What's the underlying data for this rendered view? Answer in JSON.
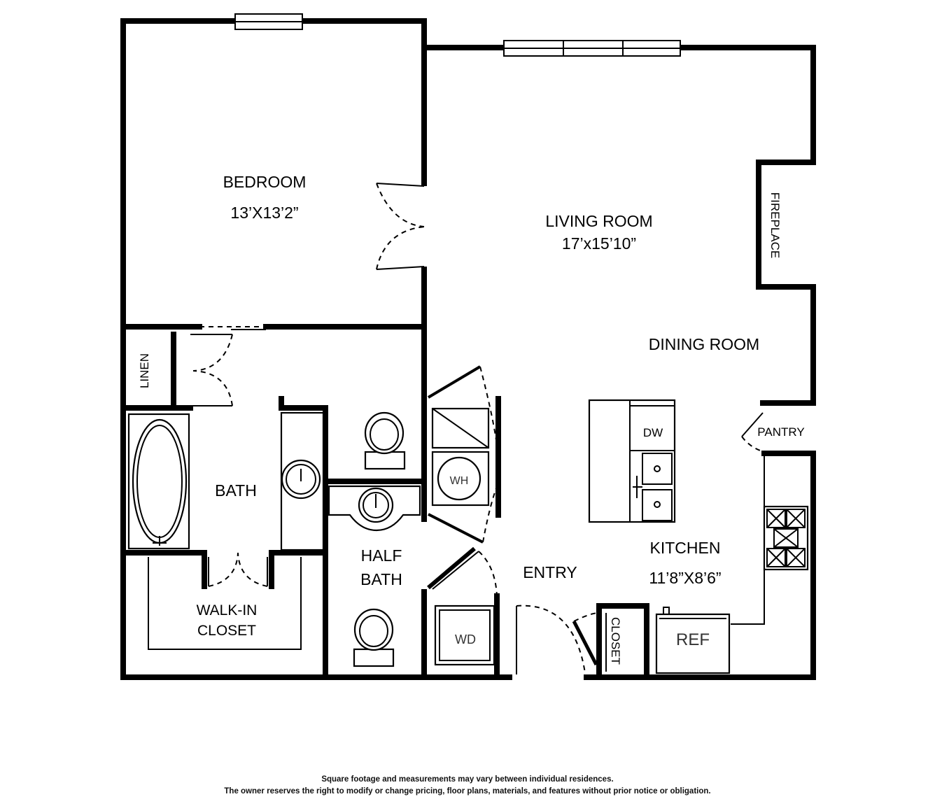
{
  "rooms": {
    "bedroom": {
      "name": "BEDROOM",
      "size": "13’X13’2”"
    },
    "living": {
      "name": "LIVING ROOM",
      "size": "17’x15’10”"
    },
    "fireplace": "FIREPLACE",
    "dining": "DINING ROOM",
    "pantry": "PANTRY",
    "dw": "DW",
    "linen": "LINEN",
    "wh": "WH",
    "bath": "BATH",
    "half_bath": {
      "line1": "HALF",
      "line2": "BATH"
    },
    "entry": "ENTRY",
    "kitchen": {
      "name": "KITCHEN",
      "size": "11’8”X8’6”"
    },
    "walkin": {
      "line1": "WALK-IN",
      "line2": "CLOSET"
    },
    "wd": "WD",
    "closet": "CLOSET",
    "ref": "REF"
  },
  "disclaimer": {
    "line1": "Square footage and measurements may vary between individual residences.",
    "line2": "The owner reserves the right to modify or change pricing, floor plans, materials, and features without prior notice or obligation."
  }
}
